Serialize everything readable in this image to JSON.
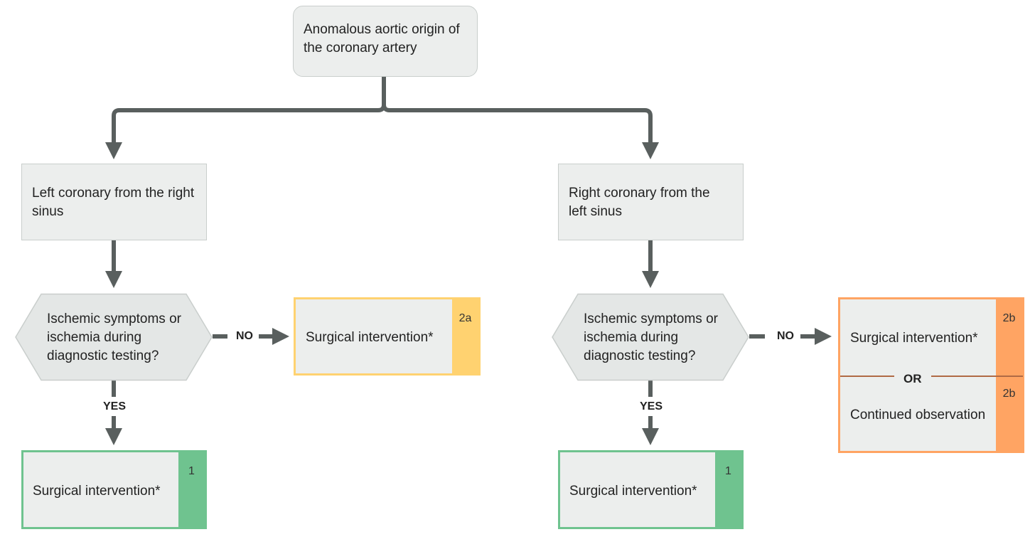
{
  "root": {
    "text": "Anomalous aortic origin of the coronary artery"
  },
  "left_branch": {
    "title": "Left coronary from the right sinus",
    "decision": "Ischemic symptoms or ischemia during diagnostic testing?",
    "yes_label": "YES",
    "no_label": "NO",
    "yes_outcome": {
      "text": "Surgical intervention*",
      "class": "1"
    },
    "no_outcome": {
      "text": "Surgical intervention*",
      "class": "2a"
    }
  },
  "right_branch": {
    "title": "Right coronary from the left sinus",
    "decision": "Ischemic symptoms or ischemia during diagnostic testing?",
    "yes_label": "YES",
    "no_label": "NO",
    "yes_outcome": {
      "text": "Surgical intervention*",
      "class": "1"
    },
    "no_outcome": {
      "option_a": {
        "text": "Surgical intervention*",
        "class": "2b"
      },
      "separator": "OR",
      "option_b": {
        "text": "Continued observation",
        "class": "2b"
      }
    }
  },
  "colors": {
    "class_1": "#6fc38f",
    "class_2a": "#ffd270",
    "class_2b": "#ffa463",
    "connector": "#595f5e",
    "box_fill": "#eceeed"
  }
}
